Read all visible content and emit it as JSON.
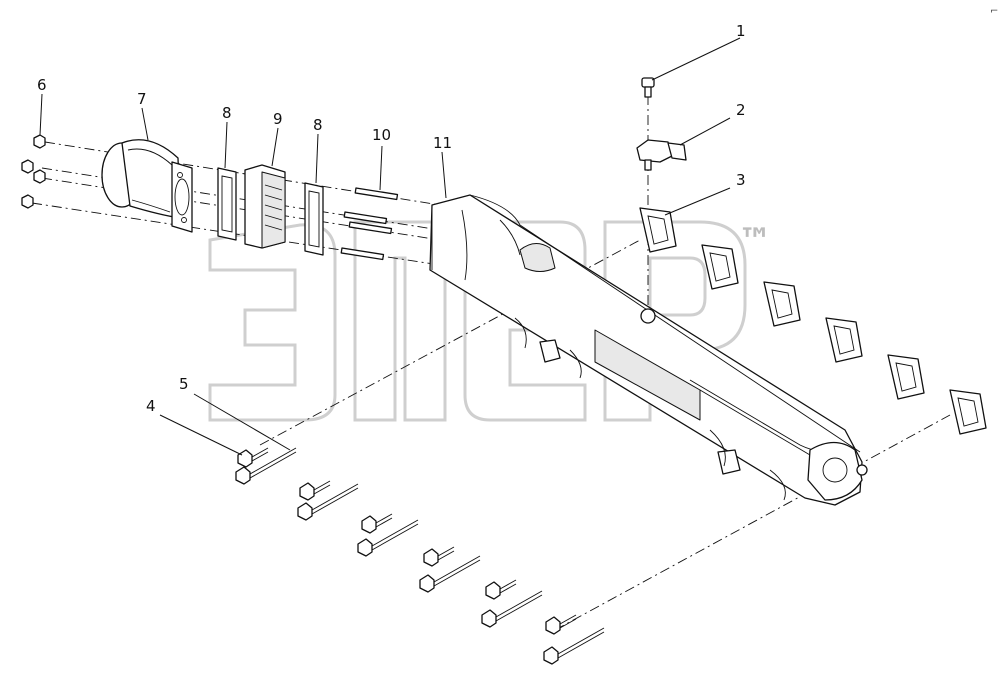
{
  "watermark": {
    "trademark": "™"
  },
  "corner_mark": "⌐",
  "callouts": [
    {
      "id": "1",
      "label": "1"
    },
    {
      "id": "2",
      "label": "2"
    },
    {
      "id": "3",
      "label": "3"
    },
    {
      "id": "4",
      "label": "4"
    },
    {
      "id": "5",
      "label": "5"
    },
    {
      "id": "6",
      "label": "6"
    },
    {
      "id": "7",
      "label": "7"
    },
    {
      "id": "8a",
      "label": "8"
    },
    {
      "id": "9",
      "label": "9"
    },
    {
      "id": "8b",
      "label": "8"
    },
    {
      "id": "10",
      "label": "10"
    },
    {
      "id": "11",
      "label": "11"
    }
  ]
}
